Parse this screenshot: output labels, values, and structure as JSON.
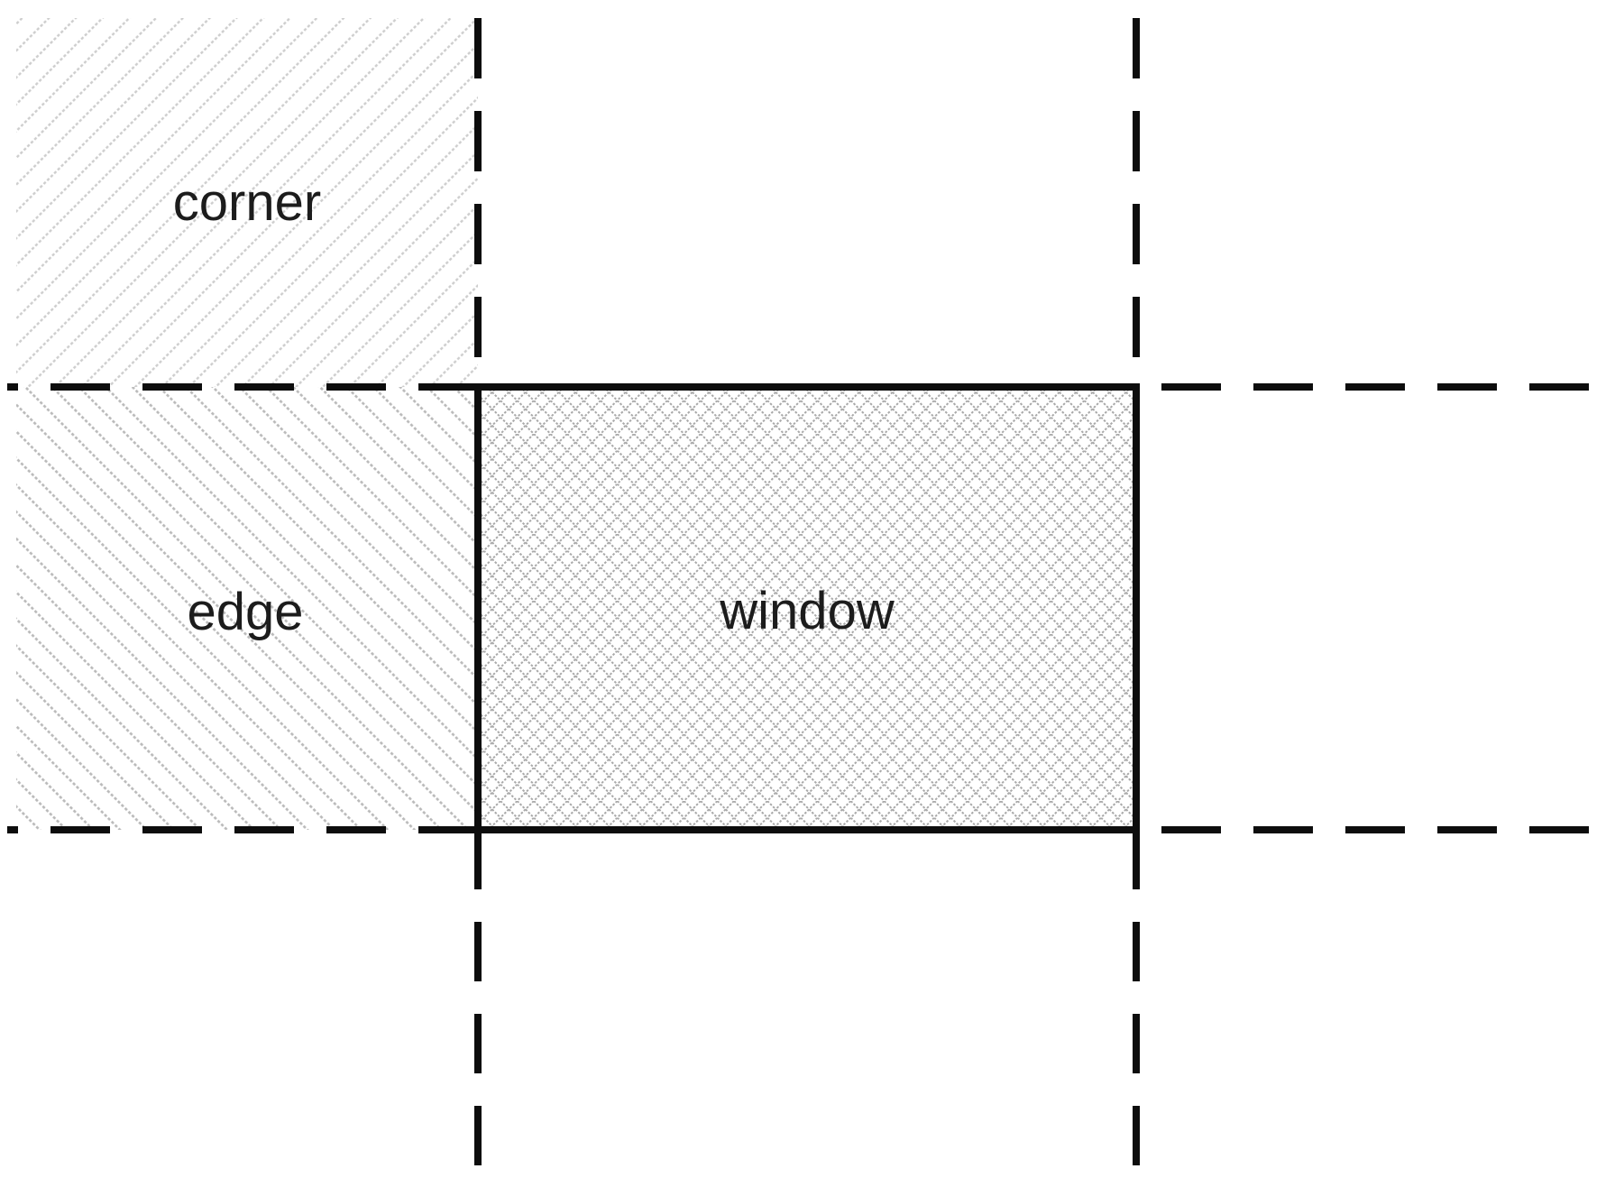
{
  "figure": {
    "labels": {
      "corner": "corner",
      "edge": "edge",
      "window": "window"
    },
    "colors": {
      "line": "#0d0d0d",
      "corner_hatch": "#cdcdcd",
      "edge_hatch": "#b9b9b9",
      "window_hatch": "#a9a9a9",
      "text": "#1c1c1c",
      "background": "#ffffff"
    }
  }
}
